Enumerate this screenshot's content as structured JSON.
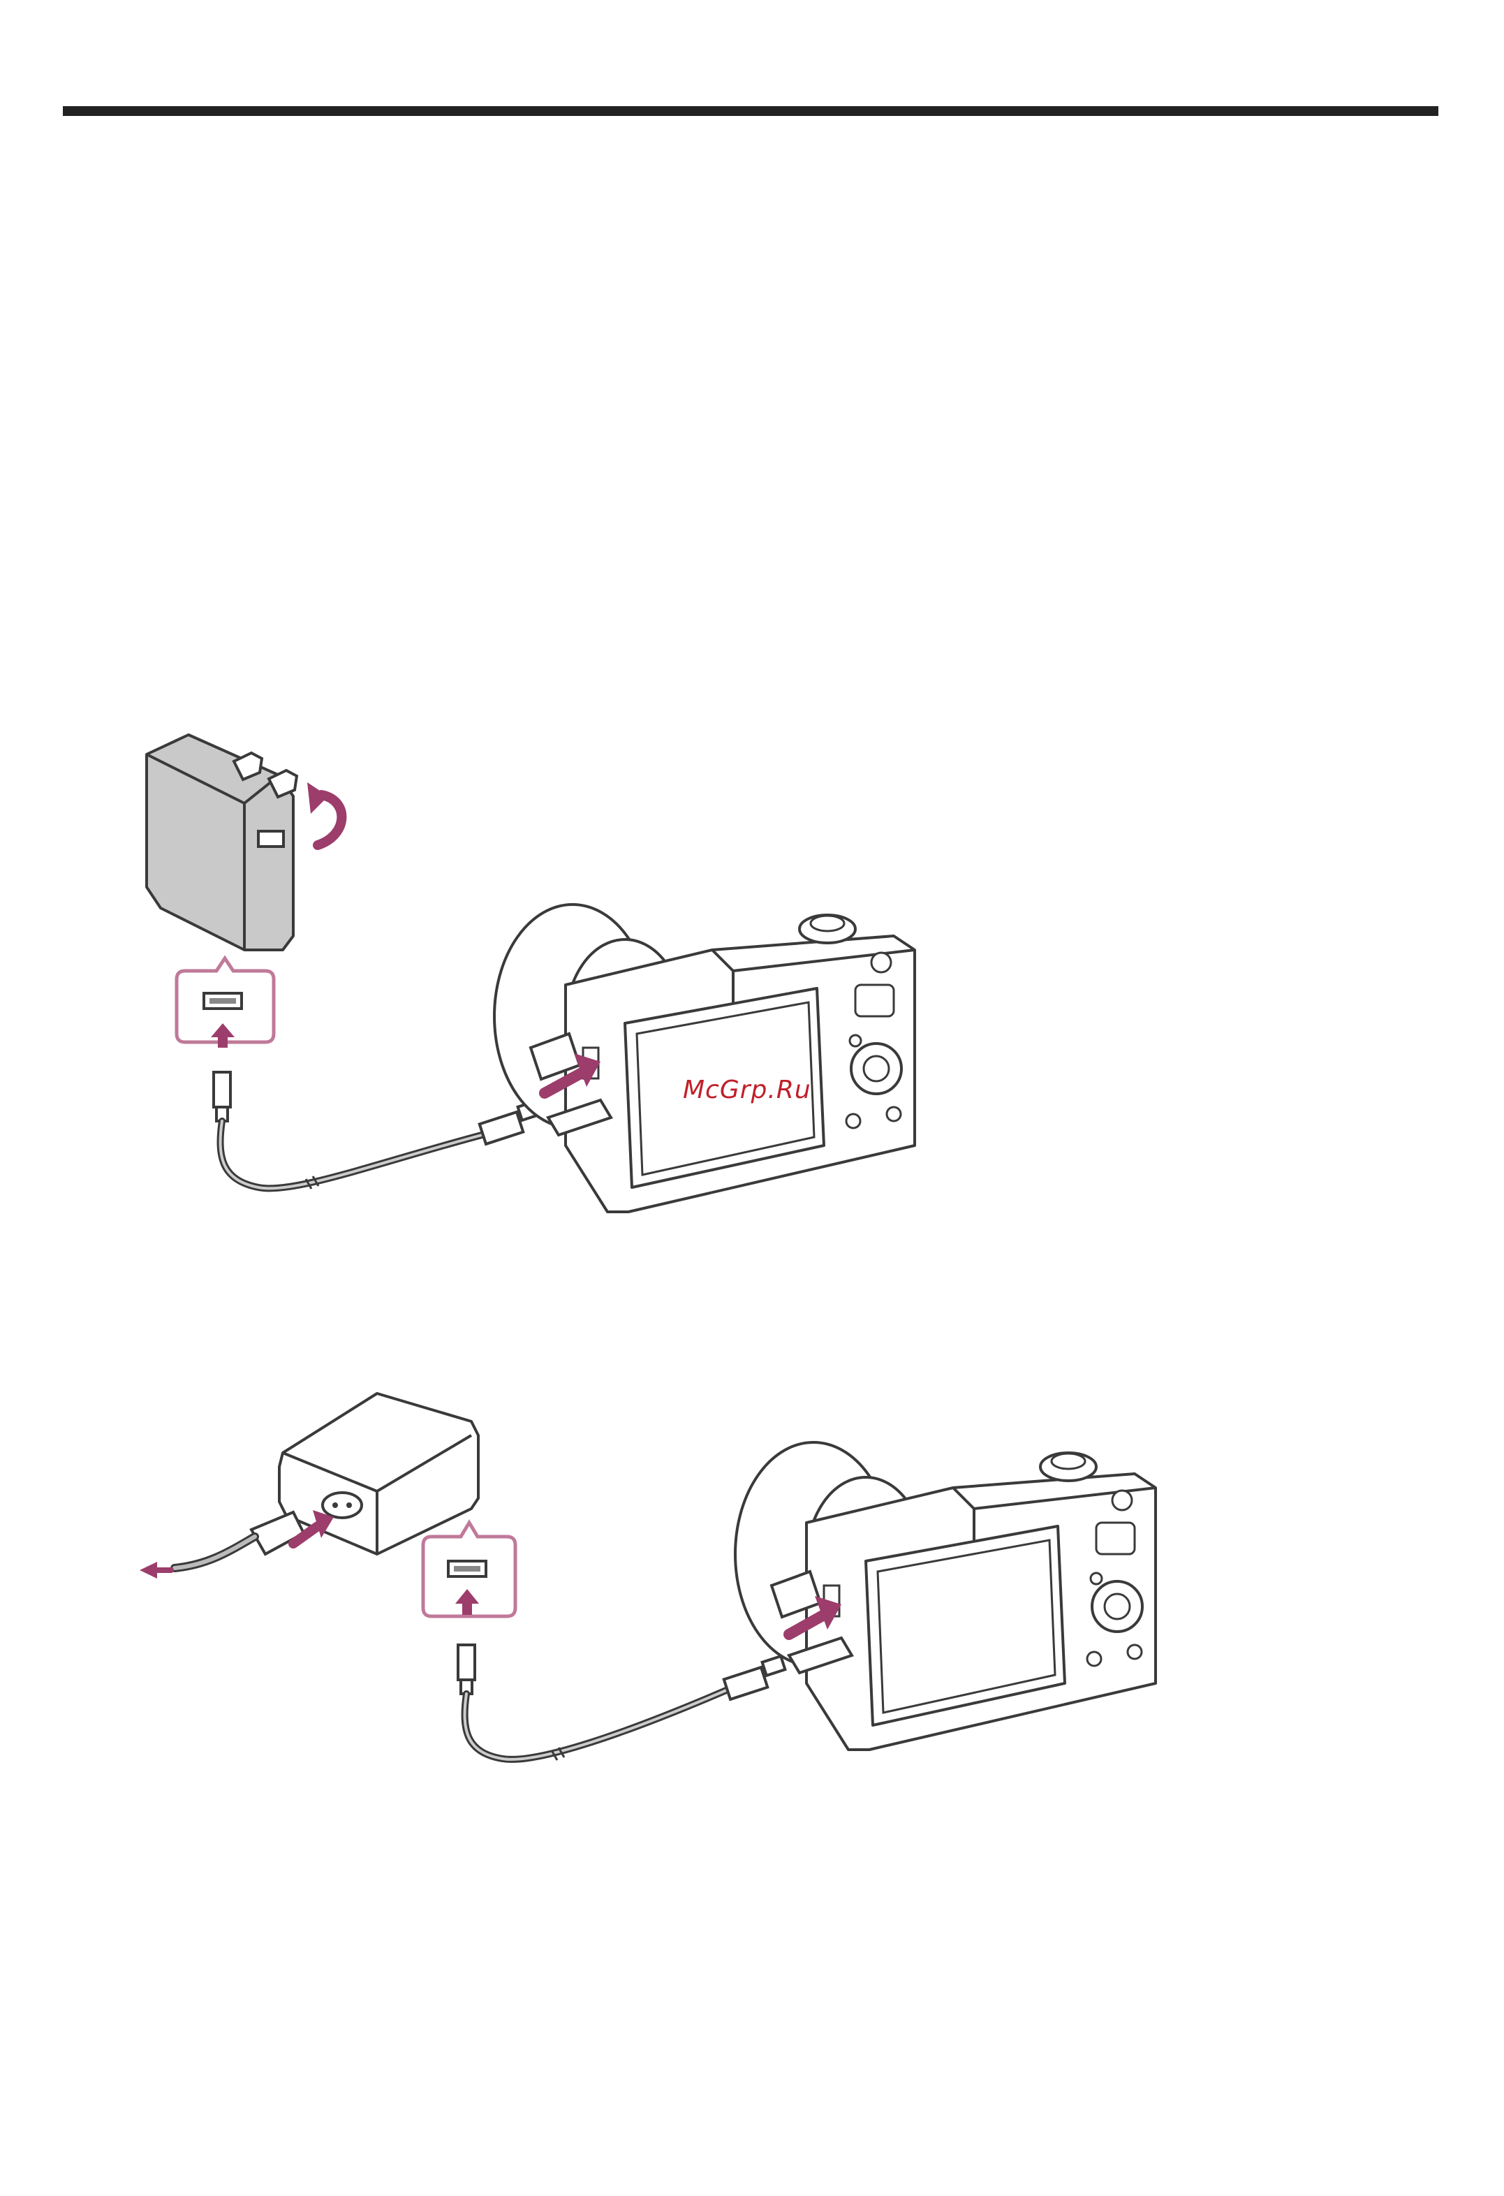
{
  "colors": {
    "accent": "#9c3d6b",
    "line": "#3a3a3a",
    "adapter_fill": "#c9c9c9",
    "cable": "#888888",
    "watermark": "#c0202a"
  },
  "watermark": {
    "text": "McGrp.Ru"
  },
  "icons": {
    "figure_1": [
      "usb-ac-adapter-with-plug",
      "rotate-arrow-icon",
      "usb-port-callout-icon",
      "usb-cable",
      "camera-body",
      "insert-arrow-icon"
    ],
    "figure_2": [
      "usb-ac-adapter-box",
      "power-cord",
      "outlet-arrow-icon",
      "insert-arrow-icon",
      "usb-port-callout-icon",
      "usb-cable",
      "camera-body"
    ]
  }
}
